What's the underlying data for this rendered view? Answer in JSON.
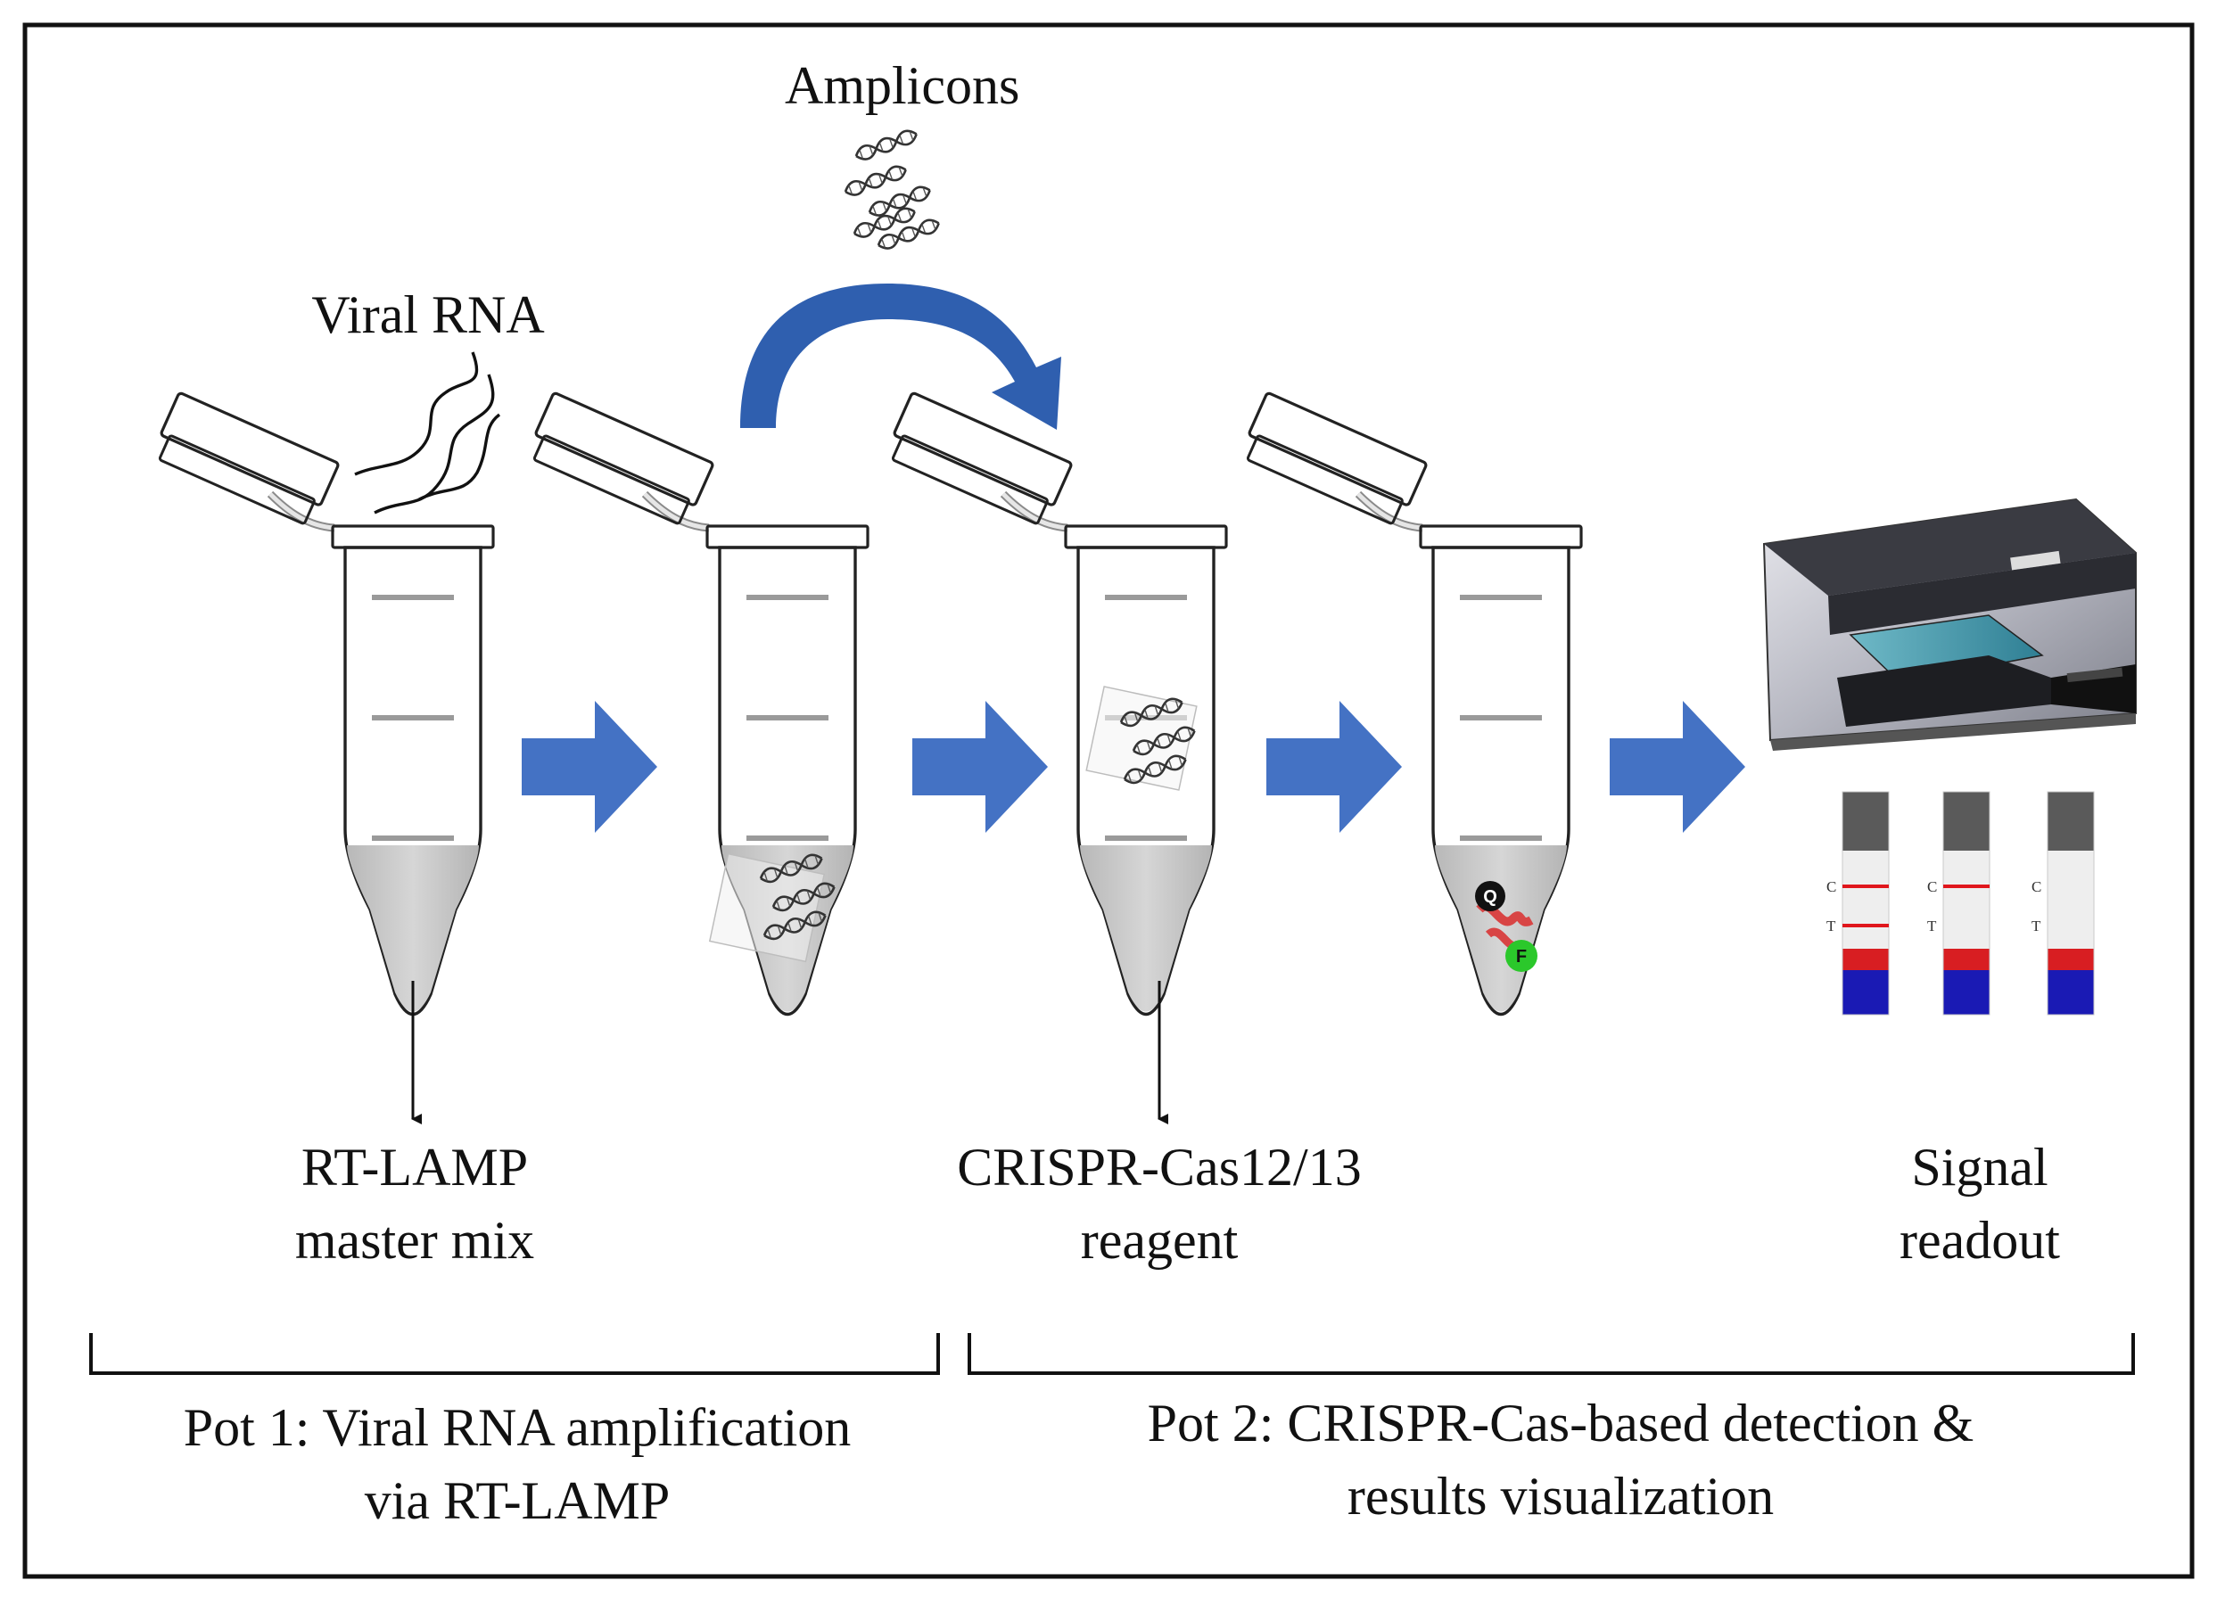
{
  "labels": {
    "amplicons": "Amplicons",
    "viral_rna": "Viral RNA",
    "rt_lamp_line1": "RT-LAMP",
    "rt_lamp_line2": "master mix",
    "crispr_line1": "CRISPR-Cas12/13",
    "crispr_line2": "reagent",
    "signal_line1": "Signal",
    "signal_line2": "readout",
    "pot1_line1": "Pot 1: Viral RNA amplification",
    "pot1_line2": "via RT-LAMP",
    "pot2_line1": "Pot 2: CRISPR-Cas-based detection &",
    "pot2_line2": "results visualization"
  },
  "strips": [
    {
      "c_label": "C",
      "t_label": "T",
      "control_line": true,
      "test_line": true
    },
    {
      "c_label": "C",
      "t_label": "T",
      "control_line": true,
      "test_line": false
    },
    {
      "c_label": "C",
      "t_label": "T",
      "control_line": false,
      "test_line": false
    }
  ],
  "reporter": {
    "quencher": "Q",
    "fluorophore": "F"
  },
  "colors": {
    "arrow_blue": "#4472C4",
    "curved_arrow_blue": "#2F5FAF",
    "liquid_gray": "#C8C8C8",
    "strip_red": "#D81E22",
    "strip_blue": "#1A1AB4",
    "strip_cap": "#5A5A5A",
    "band_red": "#E0161C",
    "fluorophore_green": "#2BC82B",
    "quencher_black": "#111111"
  },
  "icons": [
    "microplate-reader-icon",
    "dna-helix-icon",
    "lateral-flow-strip-icon",
    "tube-icon"
  ]
}
